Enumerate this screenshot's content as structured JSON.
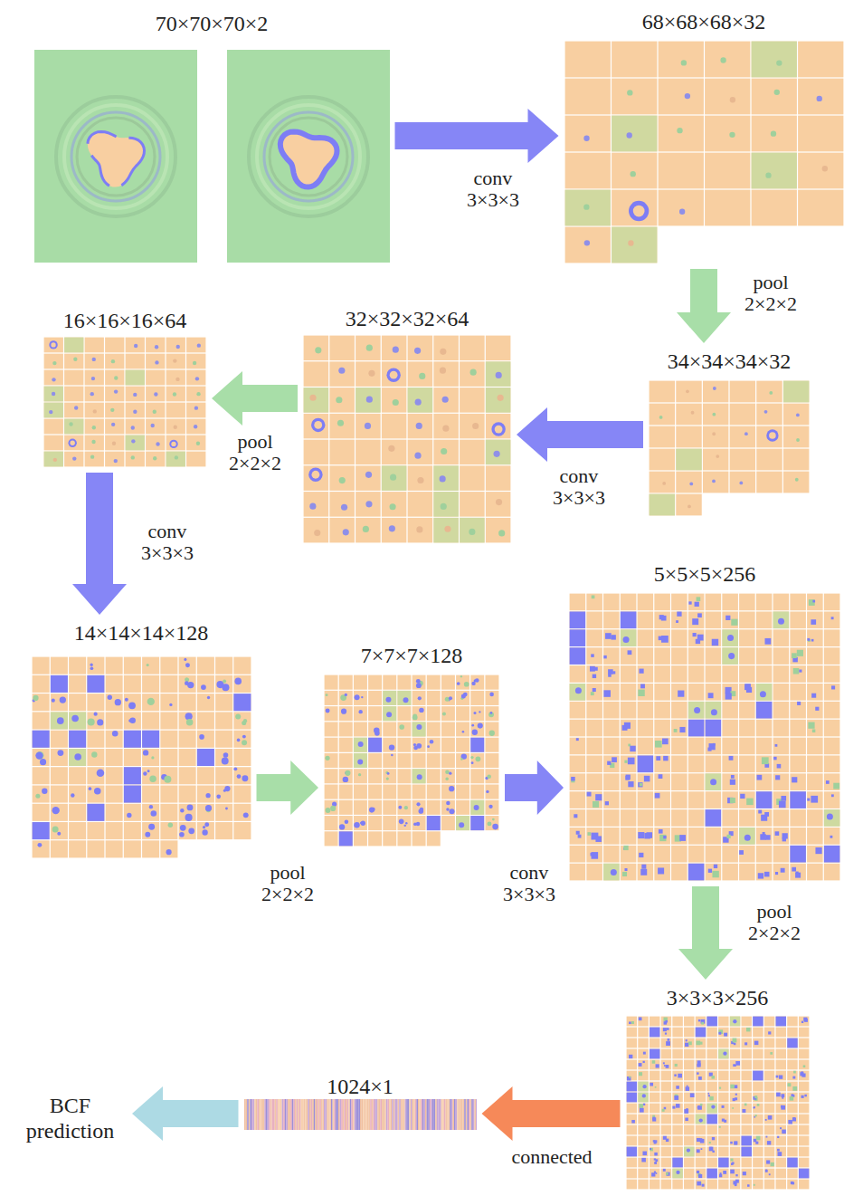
{
  "diagram": {
    "nodes": [
      {
        "text": [
          "70×70×70×2"
        ]
      },
      {
        "text": [
          "68×68×68×32"
        ]
      },
      {
        "text": [
          "34×34×34×32"
        ]
      },
      {
        "text": [
          "32×32×32×64"
        ]
      },
      {
        "text": [
          "16×16×16×64"
        ]
      },
      {
        "text": [
          "14×14×14×128"
        ]
      },
      {
        "text": [
          "7×7×7×128"
        ]
      },
      {
        "text": [
          "5×5×5×256"
        ]
      },
      {
        "text": [
          "3×3×3×256"
        ]
      },
      {
        "text": [
          "1024×1"
        ]
      },
      {
        "text": [
          "BCF prediction"
        ]
      }
    ],
    "edges": [
      {
        "from": 0,
        "to": 1,
        "label": "conv 3×3×3",
        "arrow": "to"
      },
      {
        "from": 1,
        "to": 2,
        "label": "pool 2×2×2",
        "arrow": "to"
      },
      {
        "from": 2,
        "to": 3,
        "label": "conv 3×3×3",
        "arrow": "to"
      },
      {
        "from": 3,
        "to": 4,
        "label": "pool 2×2×2",
        "arrow": "to"
      },
      {
        "from": 4,
        "to": 5,
        "label": "conv 3×3×3",
        "arrow": "to"
      },
      {
        "from": 5,
        "to": 6,
        "label": "pool 2×2×2",
        "arrow": "to"
      },
      {
        "from": 6,
        "to": 7,
        "label": "conv 3×3×3",
        "arrow": "to"
      },
      {
        "from": 7,
        "to": 8,
        "label": "pool 2×2×2",
        "arrow": "to"
      },
      {
        "from": 8,
        "to": 9,
        "label": "connected",
        "arrow": "to"
      },
      {
        "from": 9,
        "to": 10,
        "arrow": "to"
      }
    ]
  }
}
